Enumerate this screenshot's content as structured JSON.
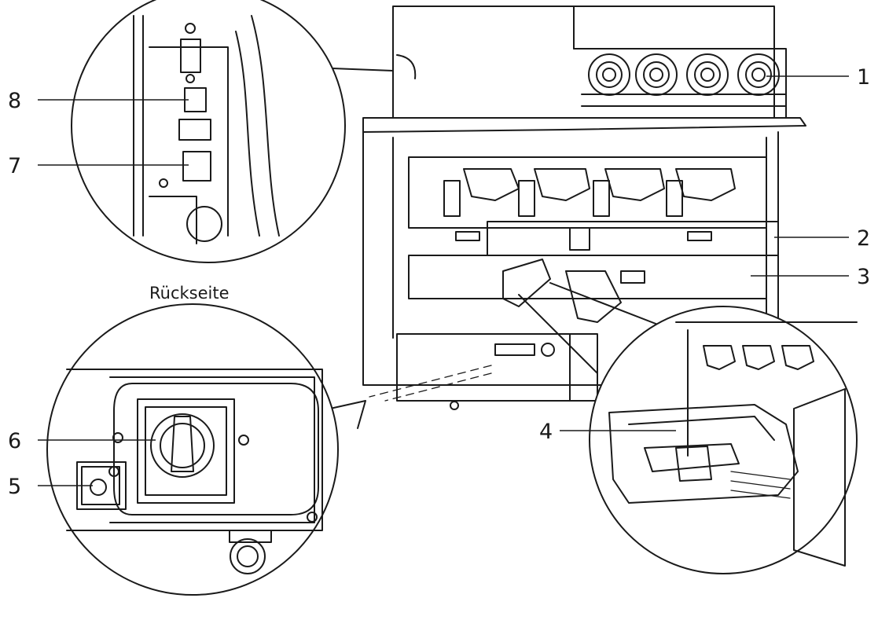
{
  "figure": {
    "caption_rear": "Rückseite",
    "callouts": [
      {
        "id": "1",
        "label": "1"
      },
      {
        "id": "2",
        "label": "2"
      },
      {
        "id": "3",
        "label": "3"
      },
      {
        "id": "4",
        "label": "4"
      },
      {
        "id": "5",
        "label": "5"
      },
      {
        "id": "6",
        "label": "6"
      },
      {
        "id": "7",
        "label": "7"
      },
      {
        "id": "8",
        "label": "8"
      }
    ]
  },
  "colors": {
    "line": "#1a1a1a",
    "background": "#ffffff"
  }
}
